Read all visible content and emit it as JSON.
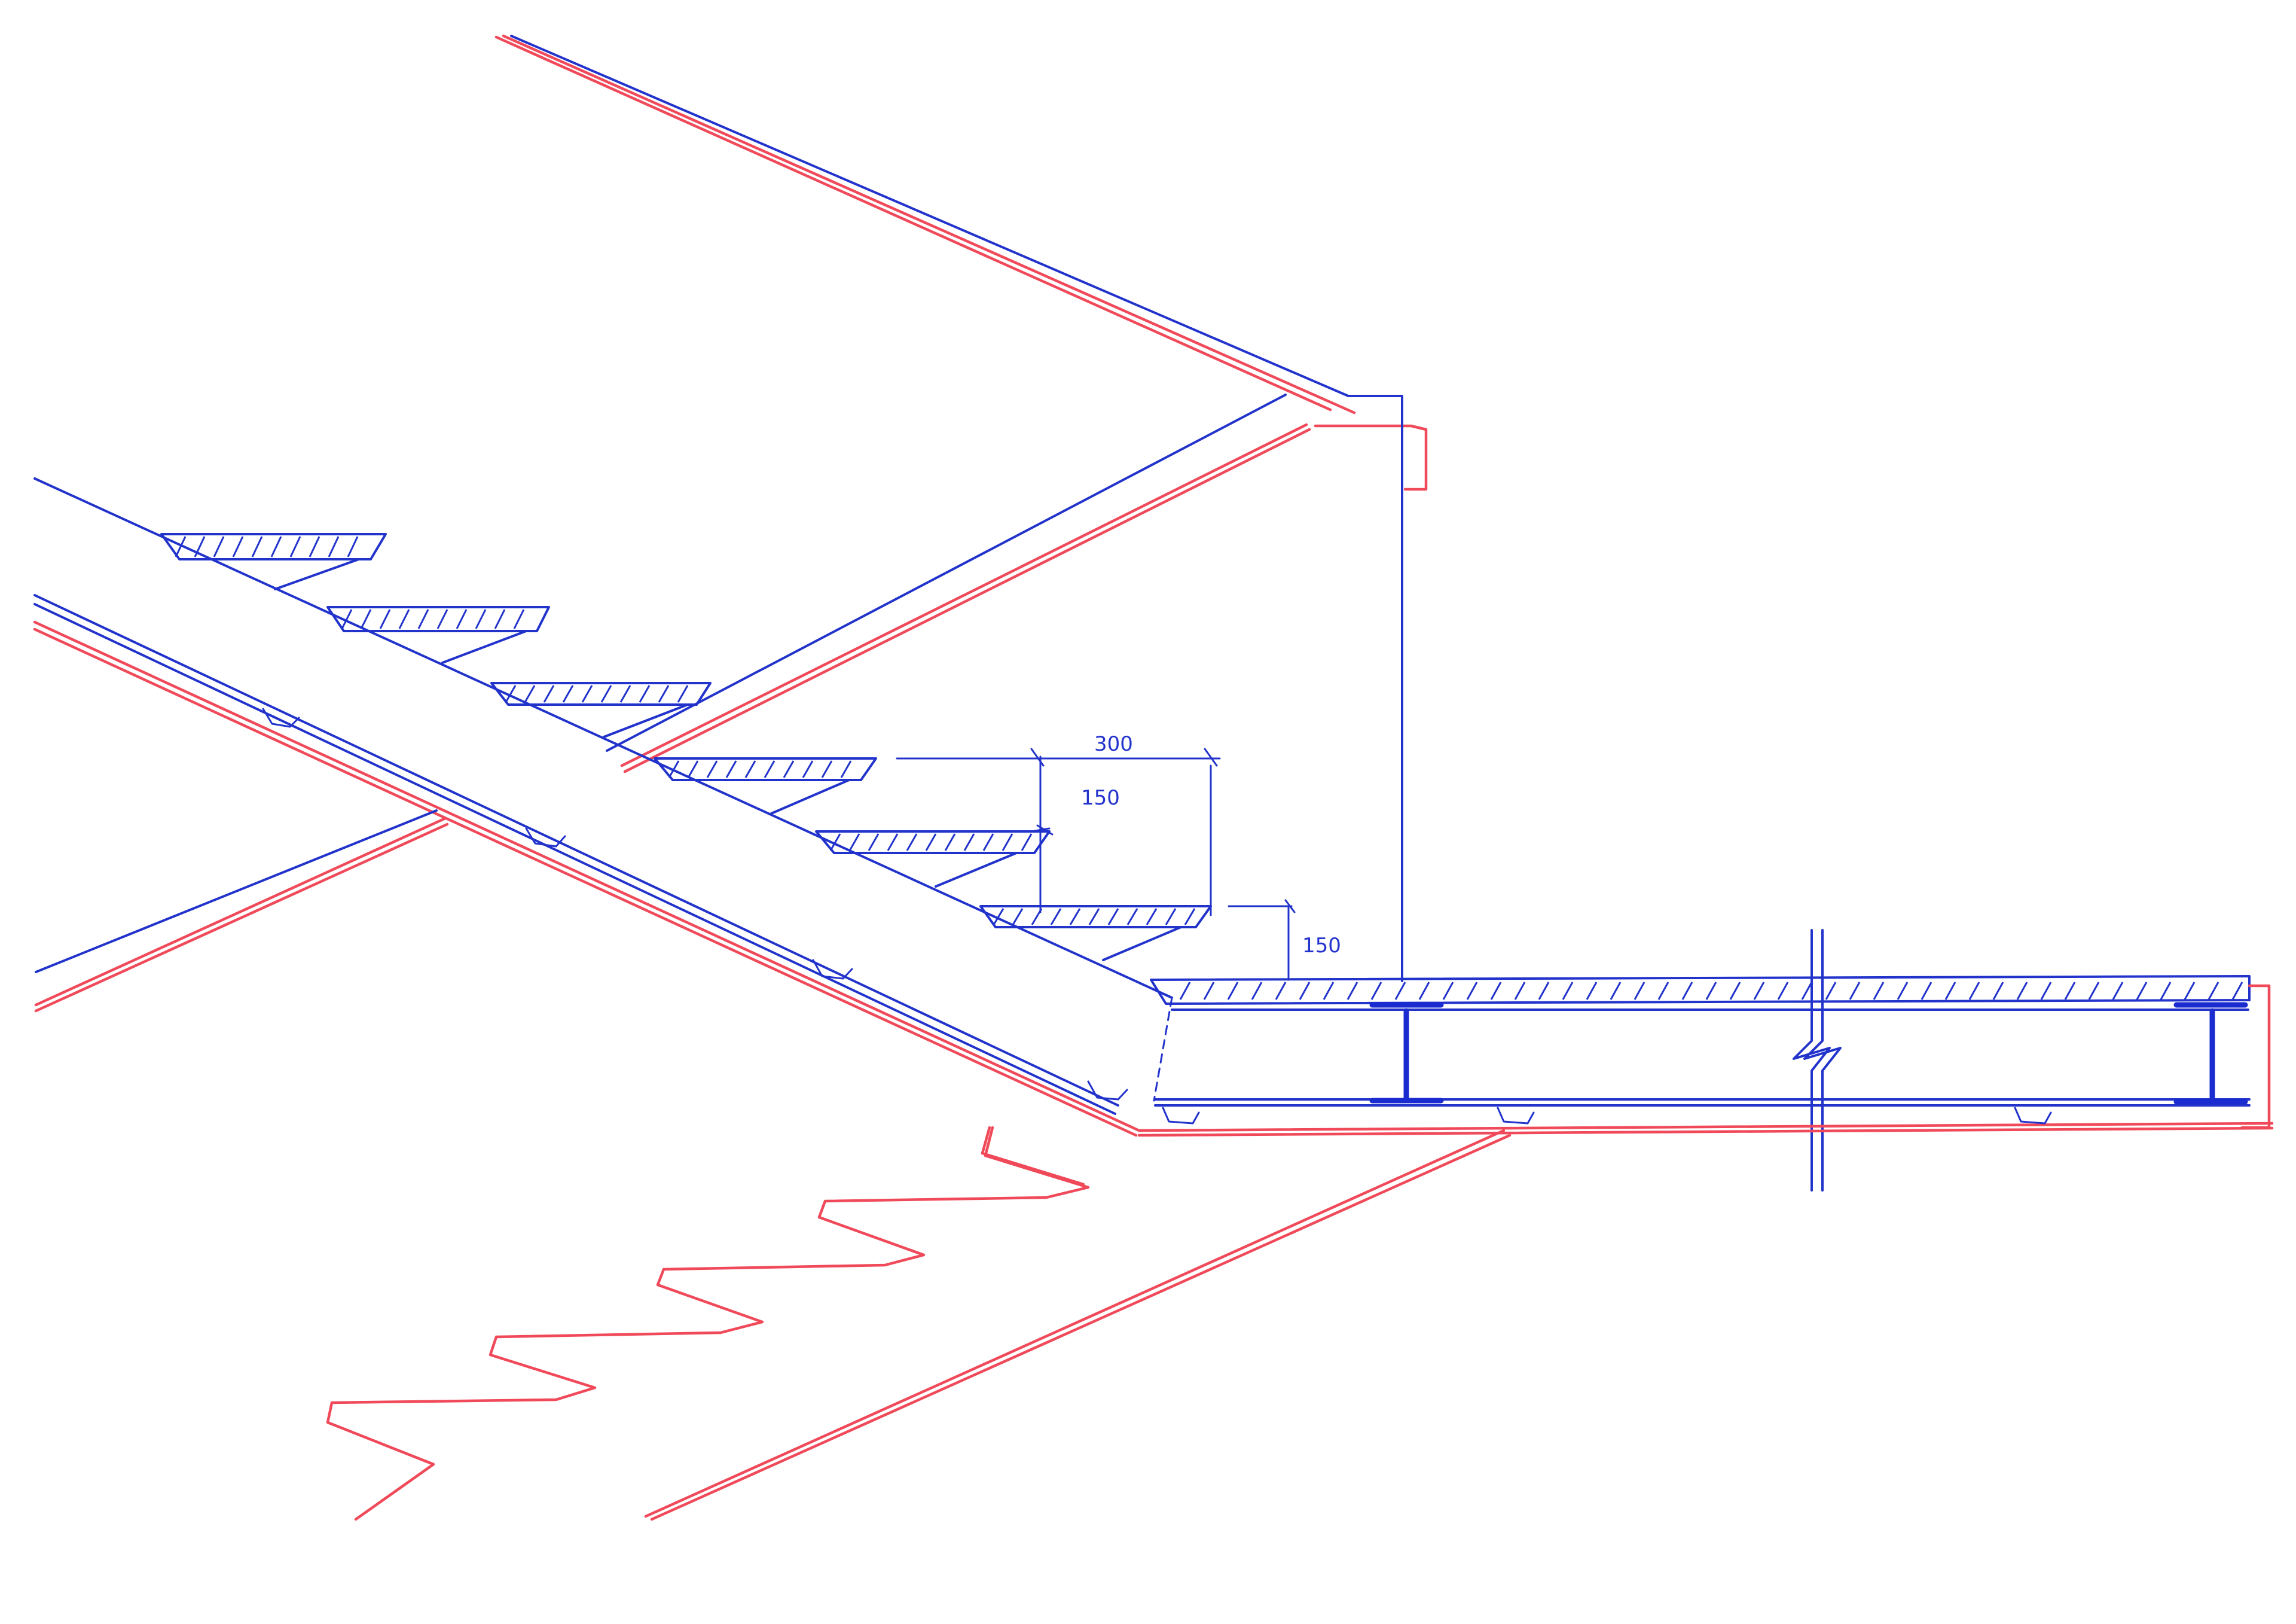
{
  "colors": {
    "structure_ink": "#2233cc",
    "soffit_ink": "#f04a5a",
    "paper": "#ffffff"
  },
  "dimensions": {
    "tread_depth": "300",
    "riser_height": "150",
    "landing_step_height": "150"
  }
}
